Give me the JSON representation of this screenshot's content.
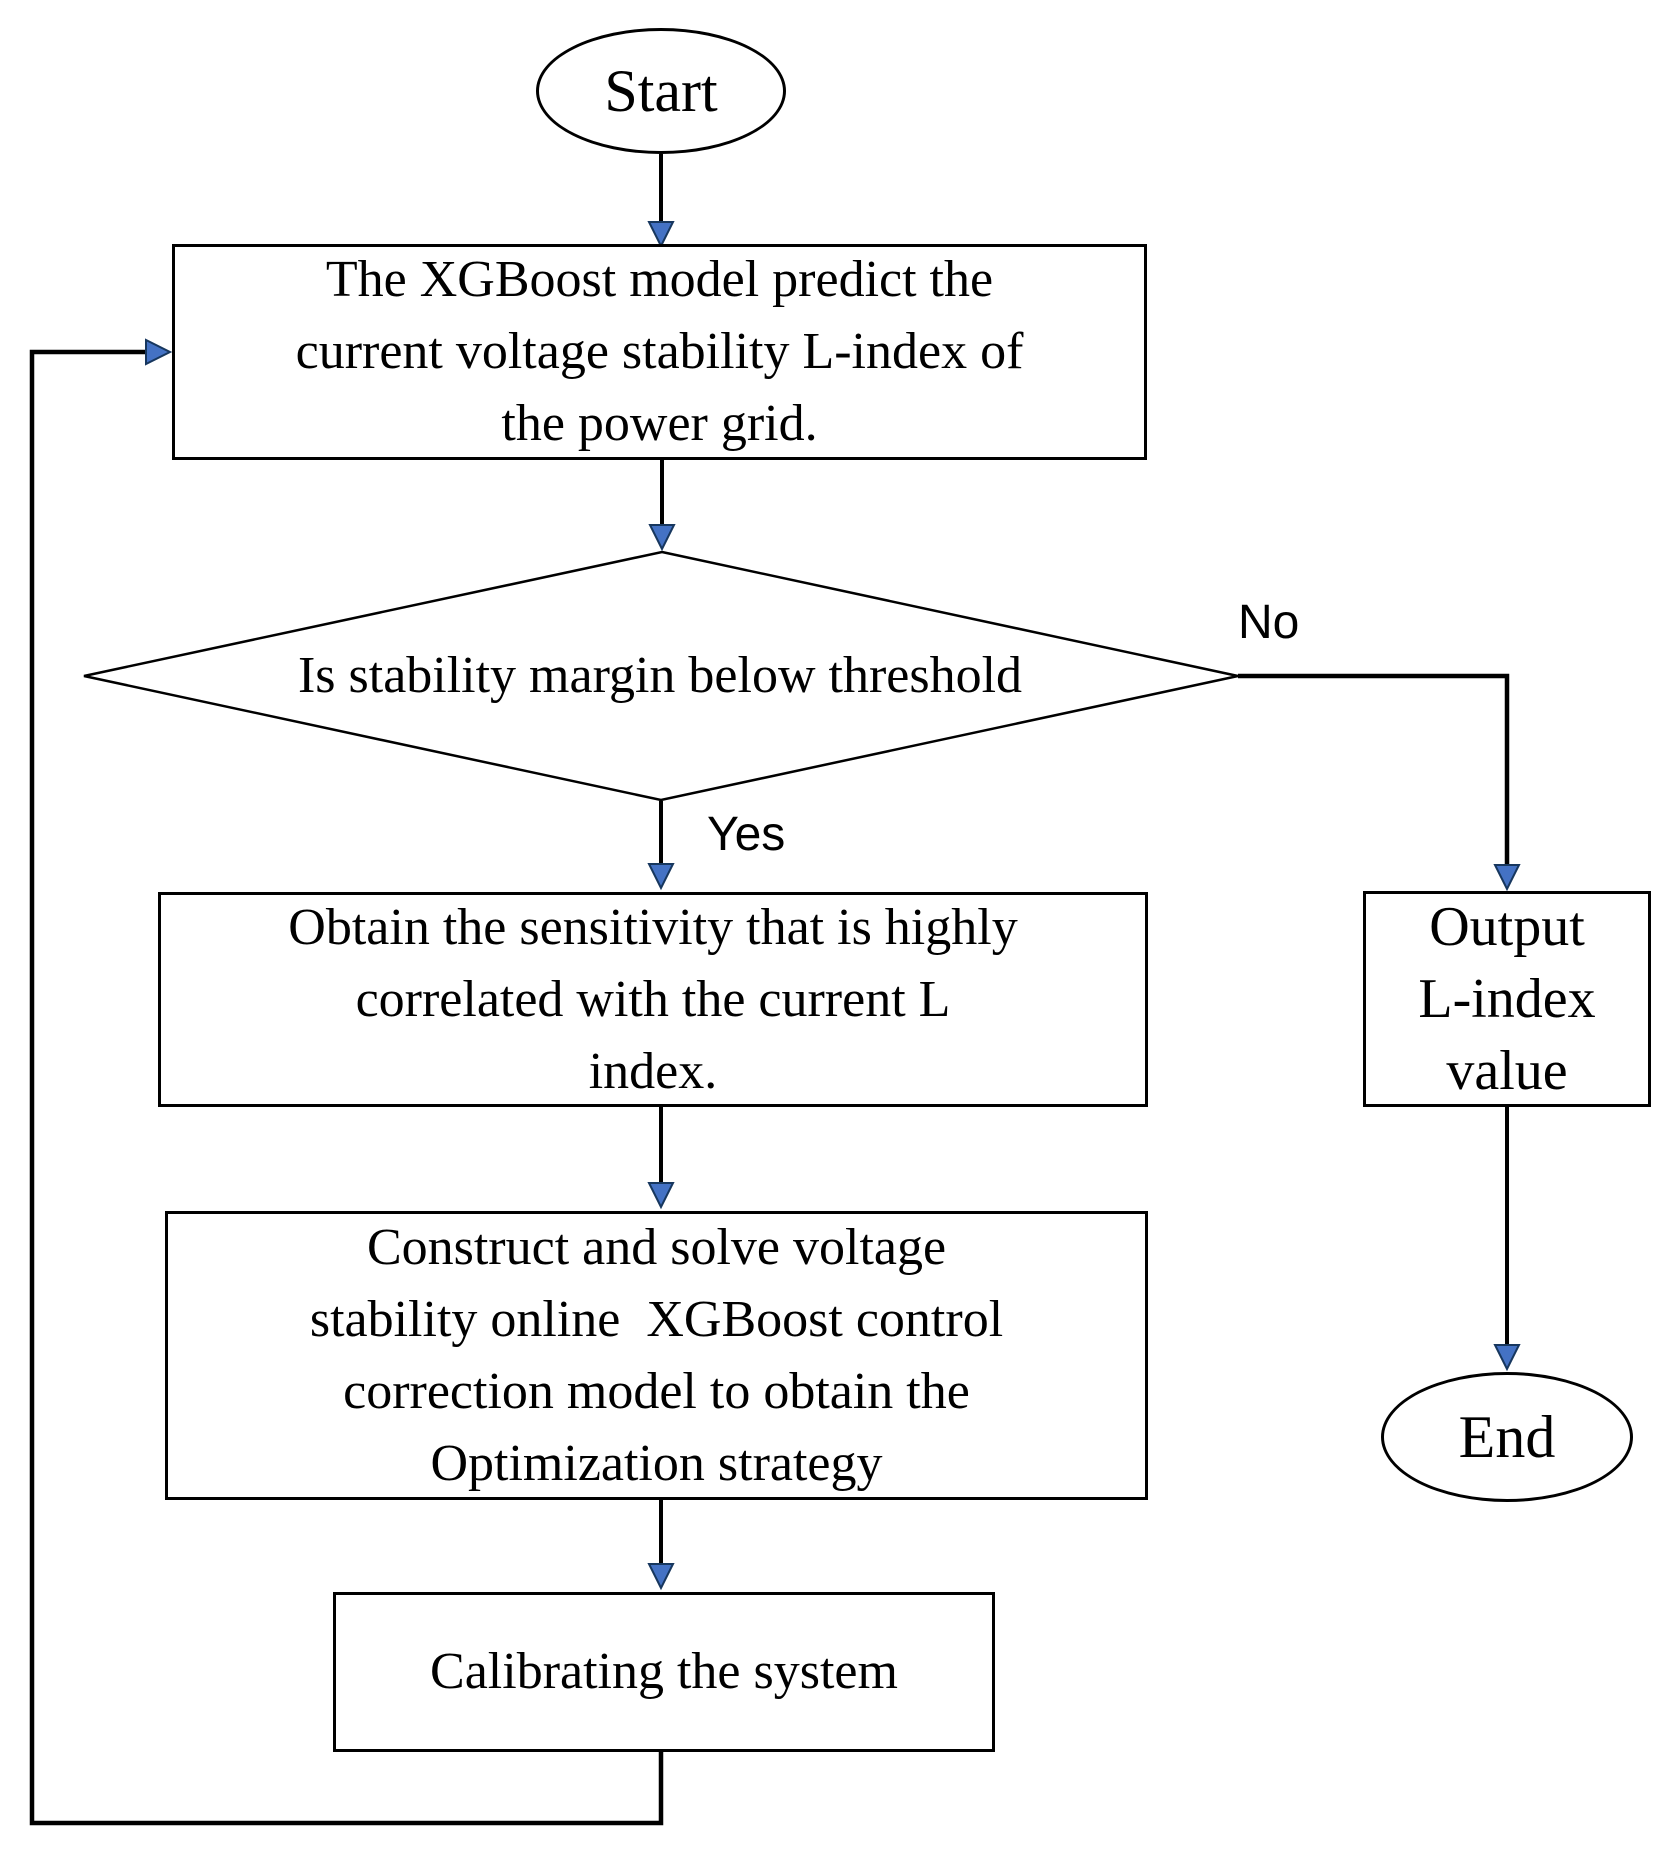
{
  "flowchart": {
    "start": {
      "label": "Start"
    },
    "predict_box": {
      "lines": [
        "The XGBoost model predict the",
        "current voltage stability L-index of",
        "the power grid."
      ]
    },
    "decision": {
      "label": "Is stability margin below threshold",
      "yes_label": "Yes",
      "no_label": "No"
    },
    "sensitivity_box": {
      "lines": [
        "Obtain the sensitivity that is highly",
        "correlated with the current L",
        "index."
      ]
    },
    "construct_box": {
      "lines": [
        "Construct and solve voltage",
        "stability online  XGBoost control",
        "correction model to obtain the",
        "Optimization strategy"
      ]
    },
    "calibrate_box": {
      "label": "Calibrating the system"
    },
    "output_box": {
      "lines": [
        "Output",
        "L-index",
        "value"
      ]
    },
    "end": {
      "label": "End"
    },
    "colors": {
      "line": "#000000",
      "arrowhead_fill": "#4472c4",
      "arrowhead_stroke": "#17375e",
      "node_fill": "#ffffff",
      "background": "#ffffff"
    }
  }
}
